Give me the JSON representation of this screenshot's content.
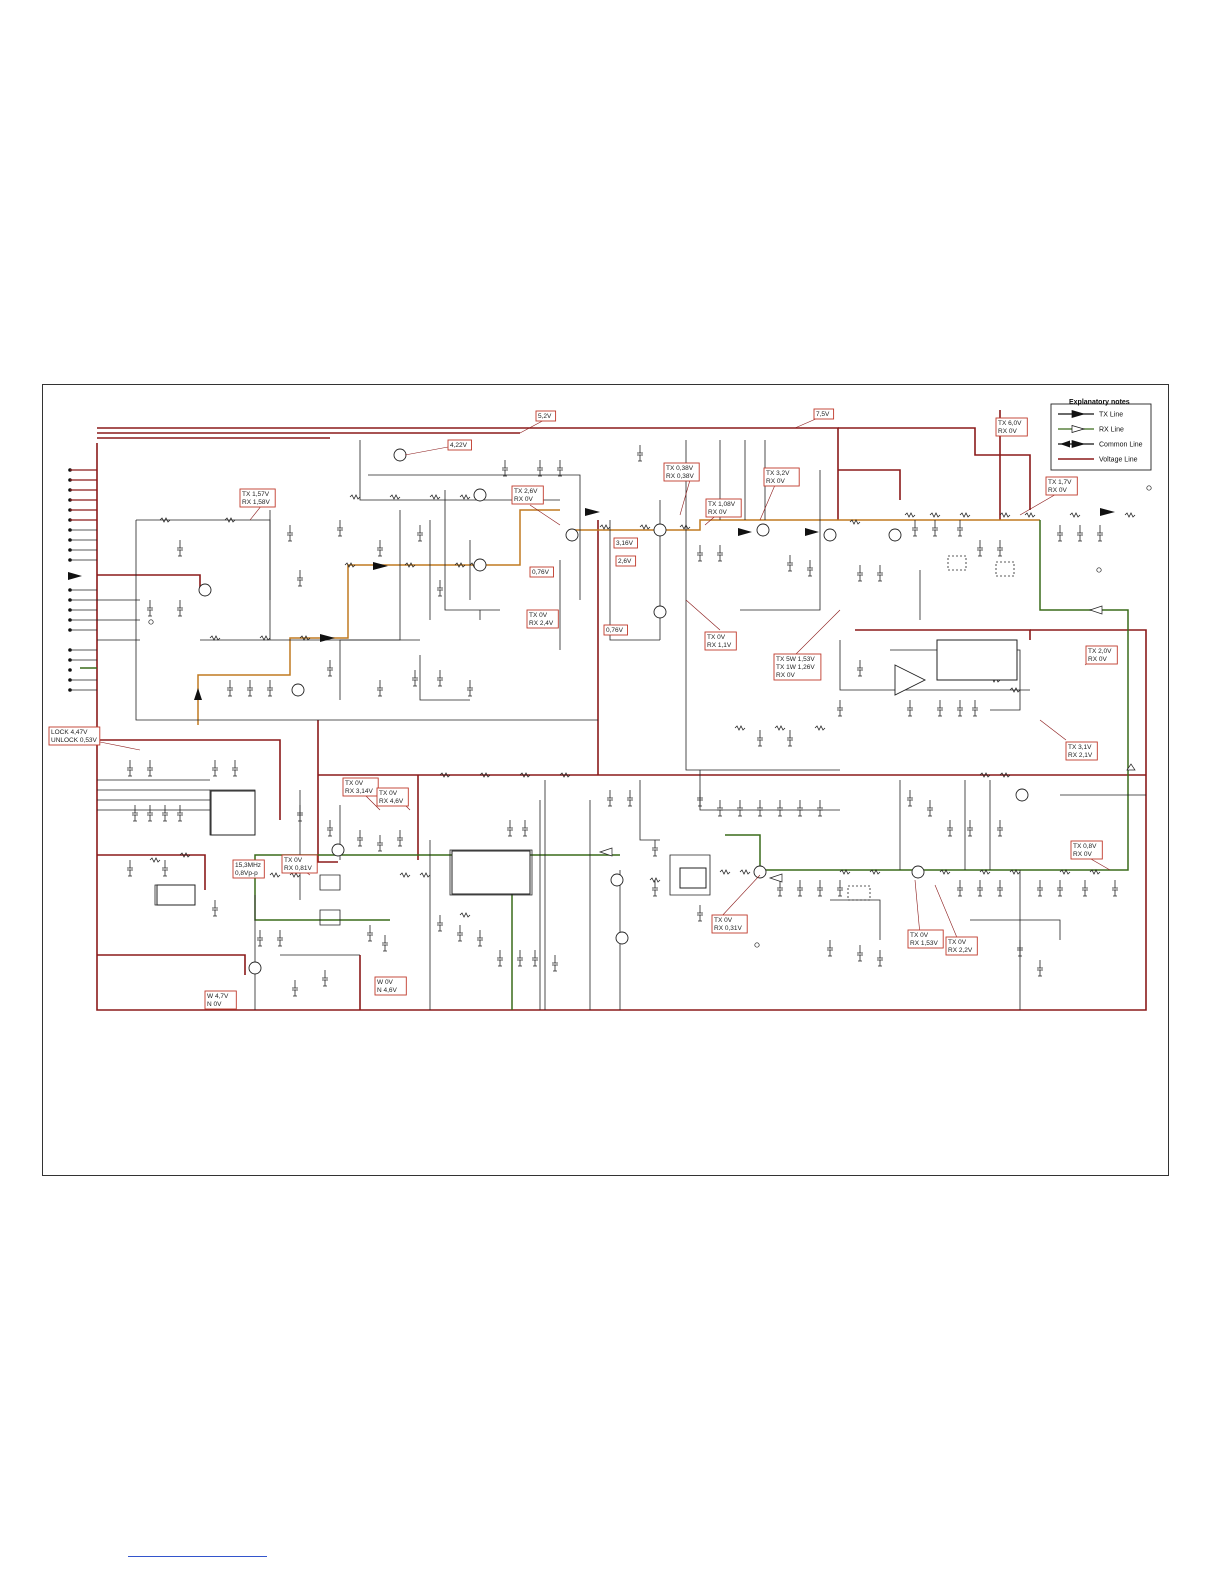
{
  "legend": {
    "title": "Explanatory notes",
    "items": [
      {
        "label": "TX Line",
        "kind": "tx",
        "color": "#111111"
      },
      {
        "label": "RX Line",
        "kind": "rx",
        "color": "#3a6b1a"
      },
      {
        "label": "Common Line",
        "kind": "common",
        "color": "#111111"
      },
      {
        "label": "Voltage Line",
        "kind": "voltage",
        "color": "#8b1a1a"
      }
    ]
  },
  "colors": {
    "voltage_line": "#8b1a1a",
    "rx_line": "#3a6b1a",
    "tx_line": "#c07a20",
    "wire": "#222222",
    "label_border": "#c0392b"
  },
  "voltage_labels": [
    {
      "id": "v-5-2",
      "lines": [
        "5,2V"
      ]
    },
    {
      "id": "v-7-5",
      "lines": [
        "7,5V"
      ]
    },
    {
      "id": "v-tx6",
      "lines": [
        "TX 6,0V",
        "RX   0V"
      ]
    },
    {
      "id": "v-4-22",
      "lines": [
        "4,22V"
      ]
    },
    {
      "id": "v-tx157",
      "lines": [
        "TX 1,57V",
        "RX 1,58V"
      ]
    },
    {
      "id": "v-tx26",
      "lines": [
        "TX 2,6V",
        "RX   0V"
      ]
    },
    {
      "id": "v-tx038",
      "lines": [
        "TX 0,38V",
        "RX 0,38V"
      ]
    },
    {
      "id": "v-tx32",
      "lines": [
        "TX  3,2V",
        "RX    0V"
      ]
    },
    {
      "id": "v-tx108",
      "lines": [
        "TX 1,08V",
        "RX    0V"
      ]
    },
    {
      "id": "v-tx17",
      "lines": [
        "TX 1,7V",
        "RX   0V"
      ]
    },
    {
      "id": "v-3-16",
      "lines": [
        "3,16V"
      ]
    },
    {
      "id": "v-2-6",
      "lines": [
        "2,6V"
      ]
    },
    {
      "id": "v-0-76a",
      "lines": [
        "0,76V"
      ]
    },
    {
      "id": "v-tx0-rx24",
      "lines": [
        "TX   0V",
        "RX 2,4V"
      ]
    },
    {
      "id": "v-0-76b",
      "lines": [
        "0,76V"
      ]
    },
    {
      "id": "v-tx0-rx11",
      "lines": [
        "TX   0V",
        "RX 1,1V"
      ]
    },
    {
      "id": "v-tx5w",
      "lines": [
        "TX 5W 1,53V",
        "TX 1W 1,26V",
        "RX       0V"
      ]
    },
    {
      "id": "v-tx20",
      "lines": [
        "TX 2,0V",
        "RX   0V"
      ]
    },
    {
      "id": "v-lock",
      "lines": [
        "LOCK   4,47V",
        "UNLOCK 0,53V"
      ]
    },
    {
      "id": "v-tx31",
      "lines": [
        "TX 3,1V",
        "RX 2,1V"
      ]
    },
    {
      "id": "v-rx314",
      "lines": [
        "TX    0V",
        "RX 3,14V"
      ]
    },
    {
      "id": "v-rx46",
      "lines": [
        "TX   0V",
        "RX 4,6V"
      ]
    },
    {
      "id": "v-tx08",
      "lines": [
        "TX 0,8V",
        "RX   0V"
      ]
    },
    {
      "id": "v-15mhz",
      "lines": [
        "15,3MHz",
        "0,8Vp-p"
      ]
    },
    {
      "id": "v-rx081",
      "lines": [
        "TX    0V",
        "RX 0,81V"
      ]
    },
    {
      "id": "v-rx031",
      "lines": [
        "TX    0V",
        "RX 0,31V"
      ]
    },
    {
      "id": "v-rx153",
      "lines": [
        "TX    0V",
        "RX 1,53V"
      ]
    },
    {
      "id": "v-rx22",
      "lines": [
        "TX   0V",
        "RX 2,2V"
      ]
    },
    {
      "id": "v-w47",
      "lines": [
        "W  4,7V",
        "N    0V"
      ]
    },
    {
      "id": "v-w0",
      "lines": [
        "W    0V",
        "N  4,6V"
      ]
    }
  ]
}
